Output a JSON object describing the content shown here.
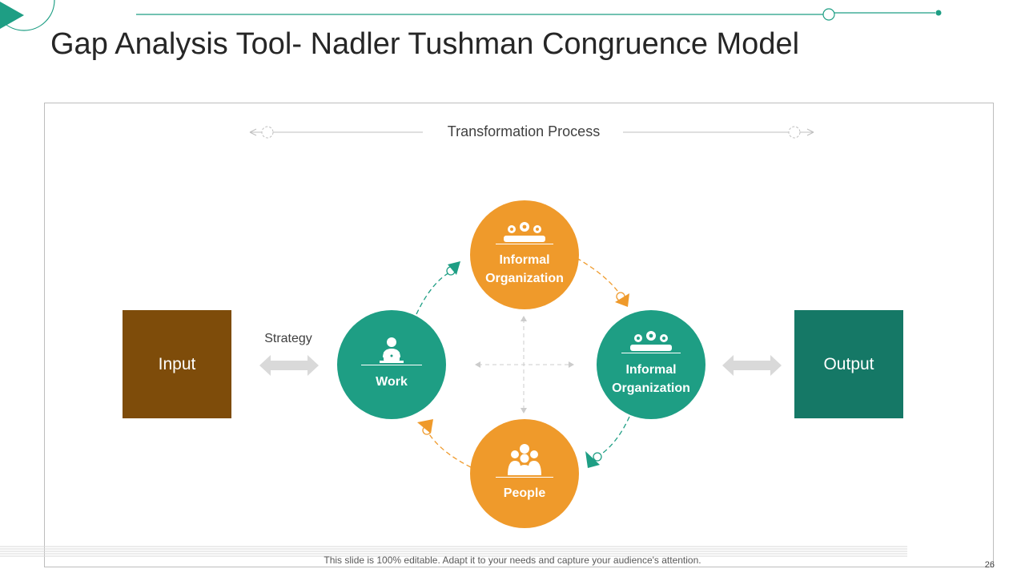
{
  "title": "Gap Analysis Tool- Nadler Tushman Congruence Model",
  "transformation_label": "Transformation Process",
  "strategy_label": "Strategy",
  "input_label": "Input",
  "output_label": "Output",
  "circles": {
    "top": {
      "label_line1": "Informal",
      "label_line2": "Organization",
      "icon": "gears-team-icon"
    },
    "right": {
      "label_line1": "Informal",
      "label_line2": "Organization",
      "icon": "gears-team-icon"
    },
    "left": {
      "label": "Work",
      "icon": "person-laptop-icon"
    },
    "bottom": {
      "label": "People",
      "icon": "group-icon"
    }
  },
  "footer": "This slide is 100% editable. Adapt it to your needs and capture your audience's attention.",
  "page_number": "26",
  "colors": {
    "orange": "#ef9a2b",
    "teal": "#1e9e84",
    "brown": "#7e4c0a",
    "dark_teal": "#157866"
  }
}
